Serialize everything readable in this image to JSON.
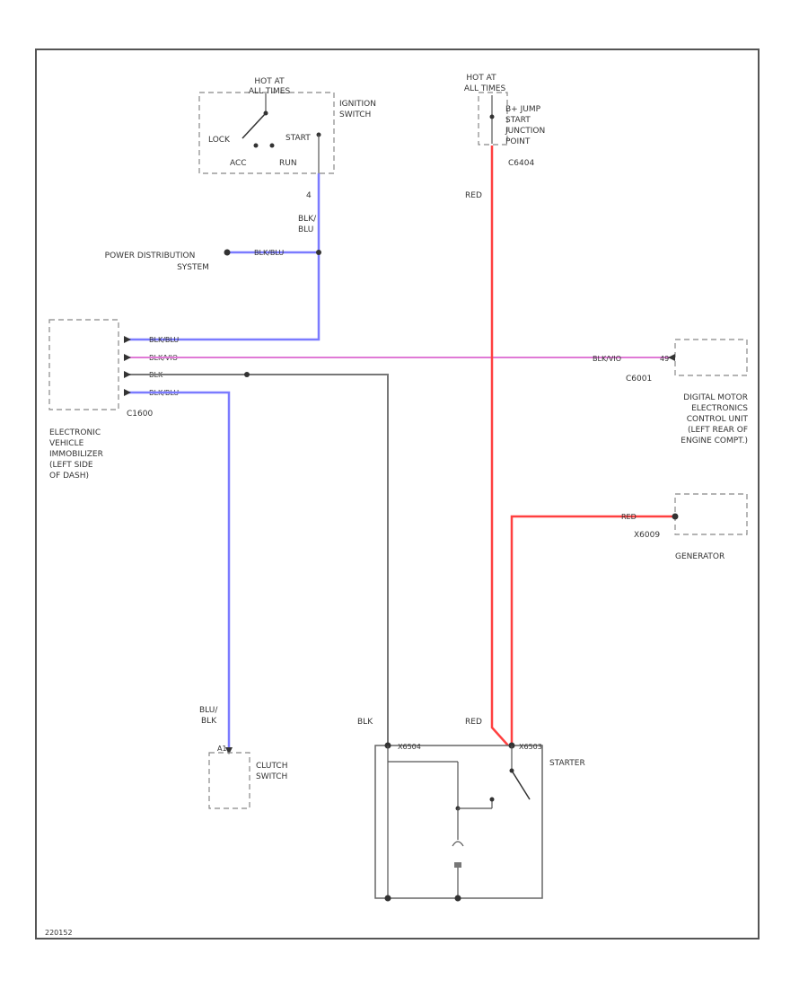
{
  "colors": {
    "wire_blue": "#7b7bff",
    "wire_pink": "#e07ad6",
    "wire_red": "#ff4040",
    "wire_gray": "#777777",
    "frame": "#555555",
    "dashed_box": "#888888"
  },
  "ignition_switch": {
    "hot_at_line1": "HOT AT",
    "hot_at_line2": "ALL TIMES",
    "name_line1": "IGNITION",
    "name_line2": "SWITCH",
    "lock": "LOCK",
    "start": "START",
    "acc": "ACC",
    "run": "RUN",
    "pin": "4",
    "wire_line1": "BLK/",
    "wire_line2": "BLU"
  },
  "power_distribution": {
    "line1": "POWER DISTRIBUTION",
    "line2": "SYSTEM",
    "wire": "BLK/BLU"
  },
  "immobilizer": {
    "wire1": "BLK/BLU",
    "wire2": "BLK/VIO",
    "wire3": "BLK",
    "wire4": "BLK/BLU",
    "connector": "C1600",
    "line1": "ELECTRONIC",
    "line2": "VEHICLE",
    "line3": "IMMOBILIZER",
    "line4": "(LEFT SIDE",
    "line5": "OF DASH)"
  },
  "jump_start": {
    "hot_at_line1": "HOT AT",
    "hot_at_line2": "ALL TIMES",
    "line1": "B+ JUMP",
    "line2": "START",
    "line3": "JUNCTION",
    "line4": "POINT",
    "connector": "C6404",
    "wire": "RED"
  },
  "dme": {
    "wire": "BLK/VIO",
    "pin": "49",
    "connector": "C6001",
    "line1": "DIGITAL MOTOR",
    "line2": "ELECTRONICS",
    "line3": "CONTROL UNIT",
    "line4": "(LEFT REAR OF",
    "line5": "ENGINE COMPT.)"
  },
  "generator": {
    "wire": "RED",
    "connector": "X6009",
    "name": "GENERATOR"
  },
  "clutch_switch": {
    "wire_line1": "BLU/",
    "wire_line2": "BLK",
    "pin": "A1",
    "name_line1": "CLUTCH",
    "name_line2": "SWITCH"
  },
  "starter": {
    "wire_blk": "BLK",
    "wire_red": "RED",
    "pin_left": "X6504",
    "pin_right": "X6503",
    "name": "STARTER"
  },
  "footer": {
    "code": "220152"
  }
}
